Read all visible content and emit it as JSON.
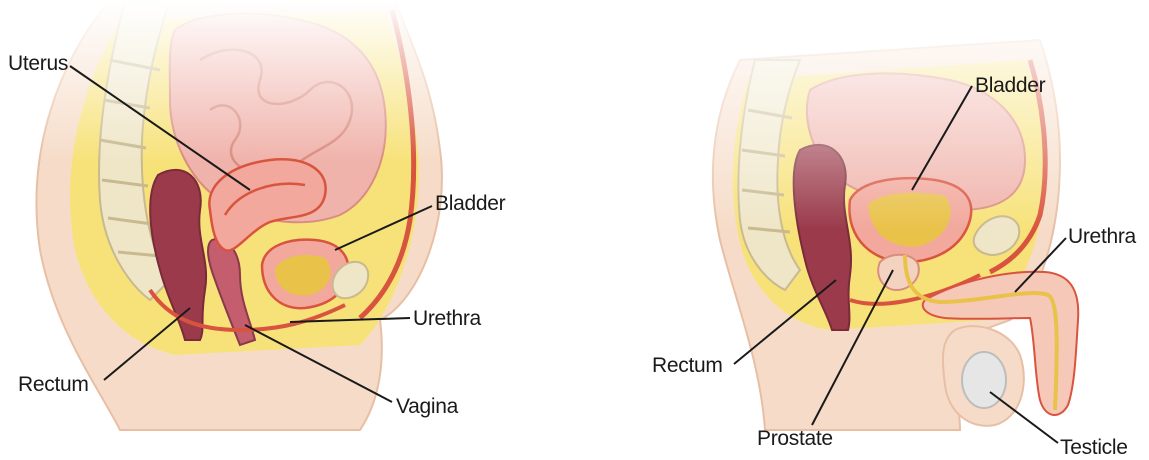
{
  "female": {
    "labels": {
      "uterus": "Uterus",
      "bladder": "Bladder",
      "urethra": "Urethra",
      "rectum": "Rectum",
      "vagina": "Vagina"
    }
  },
  "male": {
    "labels": {
      "bladder": "Bladder",
      "urethra": "Urethra",
      "rectum": "Rectum",
      "prostate": "Prostate",
      "testicle": "Testicle"
    }
  },
  "colors": {
    "skin": "#f6dcc8",
    "fat": "#f7e27a",
    "bone": "#efe6c8",
    "intestine": "#f0b3ab",
    "rectum": "#9a3a4a",
    "muscle_line": "#d9543f",
    "organ_wall": "#f2a89c",
    "urine": "#e9c24a"
  }
}
